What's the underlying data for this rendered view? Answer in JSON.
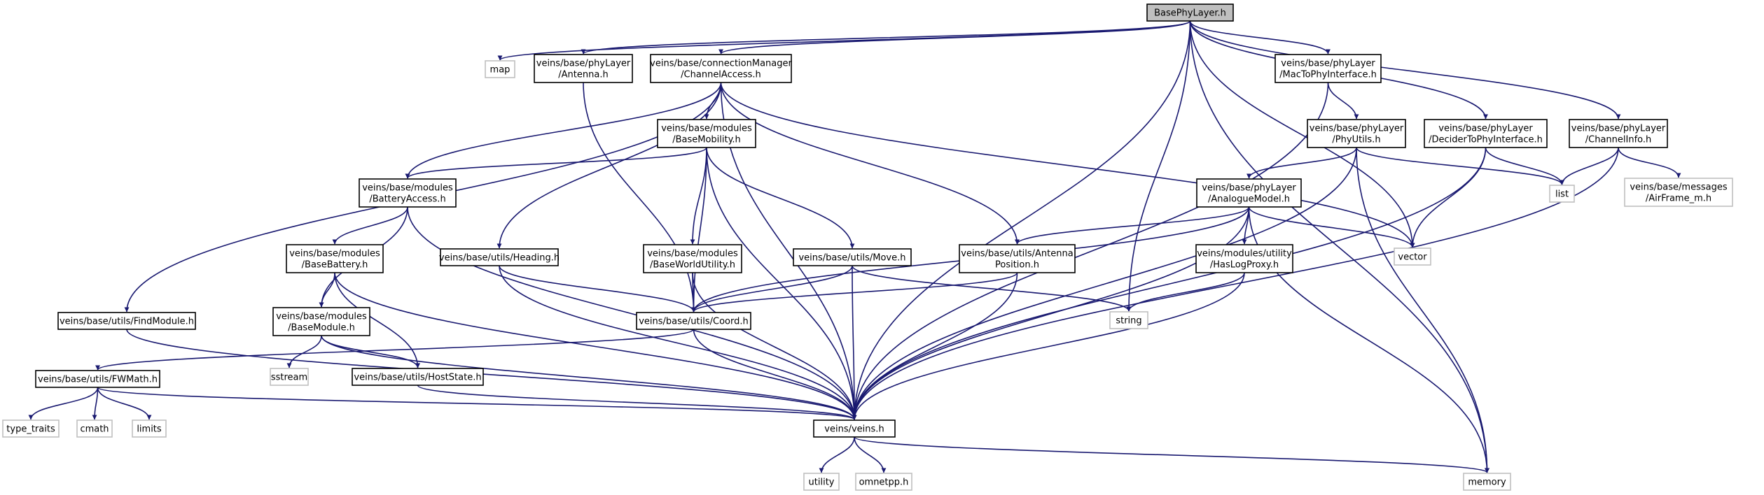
{
  "colors": {
    "edge": "#191970",
    "root_fill": "#bfbfbf",
    "node_fill": "#ffffff",
    "node_border": "#000000",
    "external_border": "#bfbfbf"
  },
  "nodes": [
    {
      "id": "BasePhyLayer",
      "lines": [
        "BasePhyLayer.h"
      ],
      "kind": "root"
    },
    {
      "id": "map",
      "lines": [
        "map"
      ],
      "kind": "external"
    },
    {
      "id": "Antenna",
      "lines": [
        "veins/base/phyLayer",
        "/Antenna.h"
      ],
      "kind": "normal"
    },
    {
      "id": "ChannelAccess",
      "lines": [
        "veins/base/connectionManager",
        "/ChannelAccess.h"
      ],
      "kind": "normal"
    },
    {
      "id": "MacToPhy",
      "lines": [
        "veins/base/phyLayer",
        "/MacToPhyInterface.h"
      ],
      "kind": "normal"
    },
    {
      "id": "DeciderToPhy",
      "lines": [
        "veins/base/phyLayer",
        "/DeciderToPhyInterface.h"
      ],
      "kind": "normal"
    },
    {
      "id": "ChannelInfo",
      "lines": [
        "veins/base/phyLayer",
        "/ChannelInfo.h"
      ],
      "kind": "normal"
    },
    {
      "id": "BaseMobility",
      "lines": [
        "veins/base/modules",
        "/BaseMobility.h"
      ],
      "kind": "normal"
    },
    {
      "id": "PhyUtils",
      "lines": [
        "veins/base/phyLayer",
        "/PhyUtils.h"
      ],
      "kind": "normal"
    },
    {
      "id": "list",
      "lines": [
        "list"
      ],
      "kind": "external"
    },
    {
      "id": "AirFrame",
      "lines": [
        "veins/base/messages",
        "/AirFrame_m.h"
      ],
      "kind": "external"
    },
    {
      "id": "BatteryAccess",
      "lines": [
        "veins/base/modules",
        "/BatteryAccess.h"
      ],
      "kind": "normal"
    },
    {
      "id": "AnalogueModel",
      "lines": [
        "veins/base/phyLayer",
        "/AnalogueModel.h"
      ],
      "kind": "normal"
    },
    {
      "id": "vector",
      "lines": [
        "vector"
      ],
      "kind": "external"
    },
    {
      "id": "BaseBattery",
      "lines": [
        "veins/base/modules",
        "/BaseBattery.h"
      ],
      "kind": "normal"
    },
    {
      "id": "Heading",
      "lines": [
        "veins/base/utils/Heading.h"
      ],
      "kind": "normal"
    },
    {
      "id": "BaseWorldUtility",
      "lines": [
        "veins/base/modules",
        "/BaseWorldUtility.h"
      ],
      "kind": "normal"
    },
    {
      "id": "Move",
      "lines": [
        "veins/base/utils/Move.h"
      ],
      "kind": "normal"
    },
    {
      "id": "AntennaPosition",
      "lines": [
        "veins/base/utils/Antenna",
        "Position.h"
      ],
      "kind": "normal"
    },
    {
      "id": "HasLogProxy",
      "lines": [
        "veins/modules/utility",
        "/HasLogProxy.h"
      ],
      "kind": "normal"
    },
    {
      "id": "FindModule",
      "lines": [
        "veins/base/utils/FindModule.h"
      ],
      "kind": "normal"
    },
    {
      "id": "BaseModule",
      "lines": [
        "veins/base/modules",
        "/BaseModule.h"
      ],
      "kind": "normal"
    },
    {
      "id": "Coord",
      "lines": [
        "veins/base/utils/Coord.h"
      ],
      "kind": "normal"
    },
    {
      "id": "string",
      "lines": [
        "string"
      ],
      "kind": "external"
    },
    {
      "id": "sstream",
      "lines": [
        "sstream"
      ],
      "kind": "external"
    },
    {
      "id": "FWMath",
      "lines": [
        "veins/base/utils/FWMath.h"
      ],
      "kind": "normal"
    },
    {
      "id": "HostState",
      "lines": [
        "veins/base/utils/HostState.h"
      ],
      "kind": "normal"
    },
    {
      "id": "type_traits",
      "lines": [
        "type_traits"
      ],
      "kind": "external"
    },
    {
      "id": "cmath",
      "lines": [
        "cmath"
      ],
      "kind": "external"
    },
    {
      "id": "limits",
      "lines": [
        "limits"
      ],
      "kind": "external"
    },
    {
      "id": "veins",
      "lines": [
        "veins/veins.h"
      ],
      "kind": "normal"
    },
    {
      "id": "utility",
      "lines": [
        "utility"
      ],
      "kind": "external"
    },
    {
      "id": "omnetpp",
      "lines": [
        "omnetpp.h"
      ],
      "kind": "external"
    },
    {
      "id": "memory",
      "lines": [
        "memory"
      ],
      "kind": "external"
    }
  ],
  "edges": [
    [
      "BasePhyLayer",
      "map"
    ],
    [
      "BasePhyLayer",
      "Antenna"
    ],
    [
      "BasePhyLayer",
      "ChannelAccess"
    ],
    [
      "BasePhyLayer",
      "MacToPhy"
    ],
    [
      "BasePhyLayer",
      "DeciderToPhy"
    ],
    [
      "BasePhyLayer",
      "ChannelInfo"
    ],
    [
      "BasePhyLayer",
      "vector"
    ],
    [
      "BasePhyLayer",
      "string"
    ],
    [
      "BasePhyLayer",
      "veins"
    ],
    [
      "BasePhyLayer",
      "memory"
    ],
    [
      "Antenna",
      "Coord"
    ],
    [
      "ChannelAccess",
      "BaseMobility"
    ],
    [
      "ChannelAccess",
      "BatteryAccess"
    ],
    [
      "ChannelAccess",
      "Heading"
    ],
    [
      "ChannelAccess",
      "AntennaPosition"
    ],
    [
      "ChannelAccess",
      "FindModule"
    ],
    [
      "ChannelAccess",
      "veins"
    ],
    [
      "ChannelAccess",
      "vector"
    ],
    [
      "MacToPhy",
      "PhyUtils"
    ],
    [
      "MacToPhy",
      "veins"
    ],
    [
      "DeciderToPhy",
      "list"
    ],
    [
      "DeciderToPhy",
      "vector"
    ],
    [
      "DeciderToPhy",
      "veins"
    ],
    [
      "ChannelInfo",
      "list"
    ],
    [
      "ChannelInfo",
      "AirFrame"
    ],
    [
      "ChannelInfo",
      "veins"
    ],
    [
      "BaseMobility",
      "BatteryAccess"
    ],
    [
      "BaseMobility",
      "BaseWorldUtility"
    ],
    [
      "BaseMobility",
      "Move"
    ],
    [
      "BaseMobility",
      "Coord"
    ],
    [
      "BaseMobility",
      "veins"
    ],
    [
      "PhyUtils",
      "AnalogueModel"
    ],
    [
      "PhyUtils",
      "list"
    ],
    [
      "PhyUtils",
      "veins"
    ],
    [
      "PhyUtils",
      "memory"
    ],
    [
      "BatteryAccess",
      "BaseBattery"
    ],
    [
      "BatteryAccess",
      "BaseModule"
    ],
    [
      "BatteryAccess",
      "veins"
    ],
    [
      "AnalogueModel",
      "AntennaPosition"
    ],
    [
      "AnalogueModel",
      "HasLogProxy"
    ],
    [
      "AnalogueModel",
      "Coord"
    ],
    [
      "AnalogueModel",
      "vector"
    ],
    [
      "AnalogueModel",
      "veins"
    ],
    [
      "AnalogueModel",
      "memory"
    ],
    [
      "BaseBattery",
      "BaseModule"
    ],
    [
      "BaseBattery",
      "HostState"
    ],
    [
      "BaseBattery",
      "veins"
    ],
    [
      "Heading",
      "Coord"
    ],
    [
      "Heading",
      "veins"
    ],
    [
      "BaseWorldUtility",
      "Coord"
    ],
    [
      "BaseWorldUtility",
      "veins"
    ],
    [
      "Move",
      "Coord"
    ],
    [
      "Move",
      "string"
    ],
    [
      "Move",
      "veins"
    ],
    [
      "AntennaPosition",
      "Coord"
    ],
    [
      "AntennaPosition",
      "veins"
    ],
    [
      "HasLogProxy",
      "string"
    ],
    [
      "HasLogProxy",
      "veins"
    ],
    [
      "FindModule",
      "veins"
    ],
    [
      "BaseModule",
      "sstream"
    ],
    [
      "BaseModule",
      "HostState"
    ],
    [
      "BaseModule",
      "veins"
    ],
    [
      "Coord",
      "FWMath"
    ],
    [
      "Coord",
      "veins"
    ],
    [
      "FWMath",
      "type_traits"
    ],
    [
      "FWMath",
      "cmath"
    ],
    [
      "FWMath",
      "limits"
    ],
    [
      "FWMath",
      "veins"
    ],
    [
      "HostState",
      "veins"
    ],
    [
      "veins",
      "utility"
    ],
    [
      "veins",
      "omnetpp"
    ],
    [
      "veins",
      "memory"
    ]
  ]
}
